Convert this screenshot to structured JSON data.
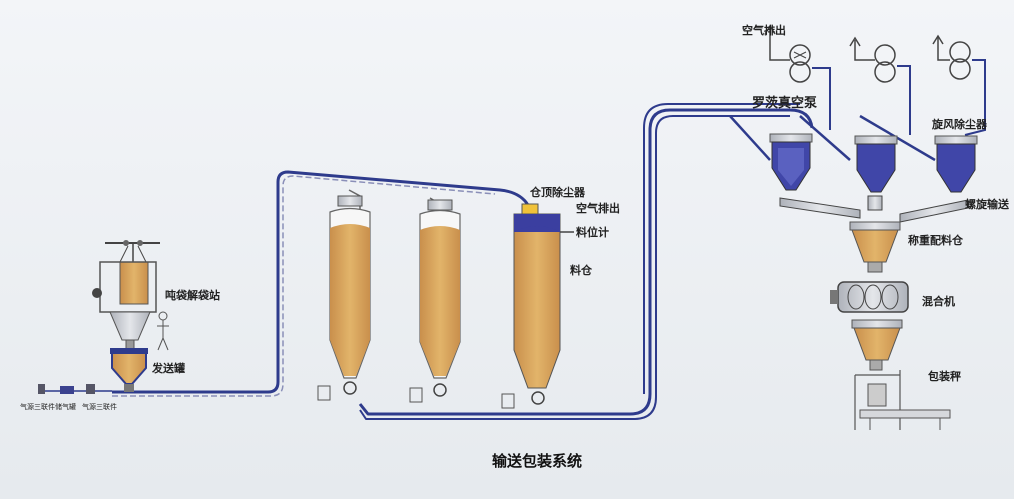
{
  "diagram": {
    "title": "输送包装系统",
    "labels": {
      "ton_bag_station": "吨袋解袋站",
      "sender_tank": "发送罐",
      "air_source_1": "气源三联件",
      "air_source_2": "储气罐",
      "air_source_3": "气源三联件",
      "silo_top_filter": "仓顶除尘器",
      "air_exhaust_silo": "空气排出",
      "level_gauge": "料位计",
      "silo": "料仓",
      "air_exhaust_top": "空气排出",
      "roots_pump": "罗茨真空泵",
      "cyclone_filter": "旋风除尘器",
      "screw_conveyor": "螺旋输送",
      "weigh_batch": "称重配料仓",
      "mixer": "混合机",
      "packer": "包装秤"
    },
    "colors": {
      "pipe": "#2e3b8c",
      "material": "#d9a85c",
      "material_dark": "#b9854a",
      "steel": "#c9ccd2",
      "filter_blue": "#4046a8"
    }
  }
}
